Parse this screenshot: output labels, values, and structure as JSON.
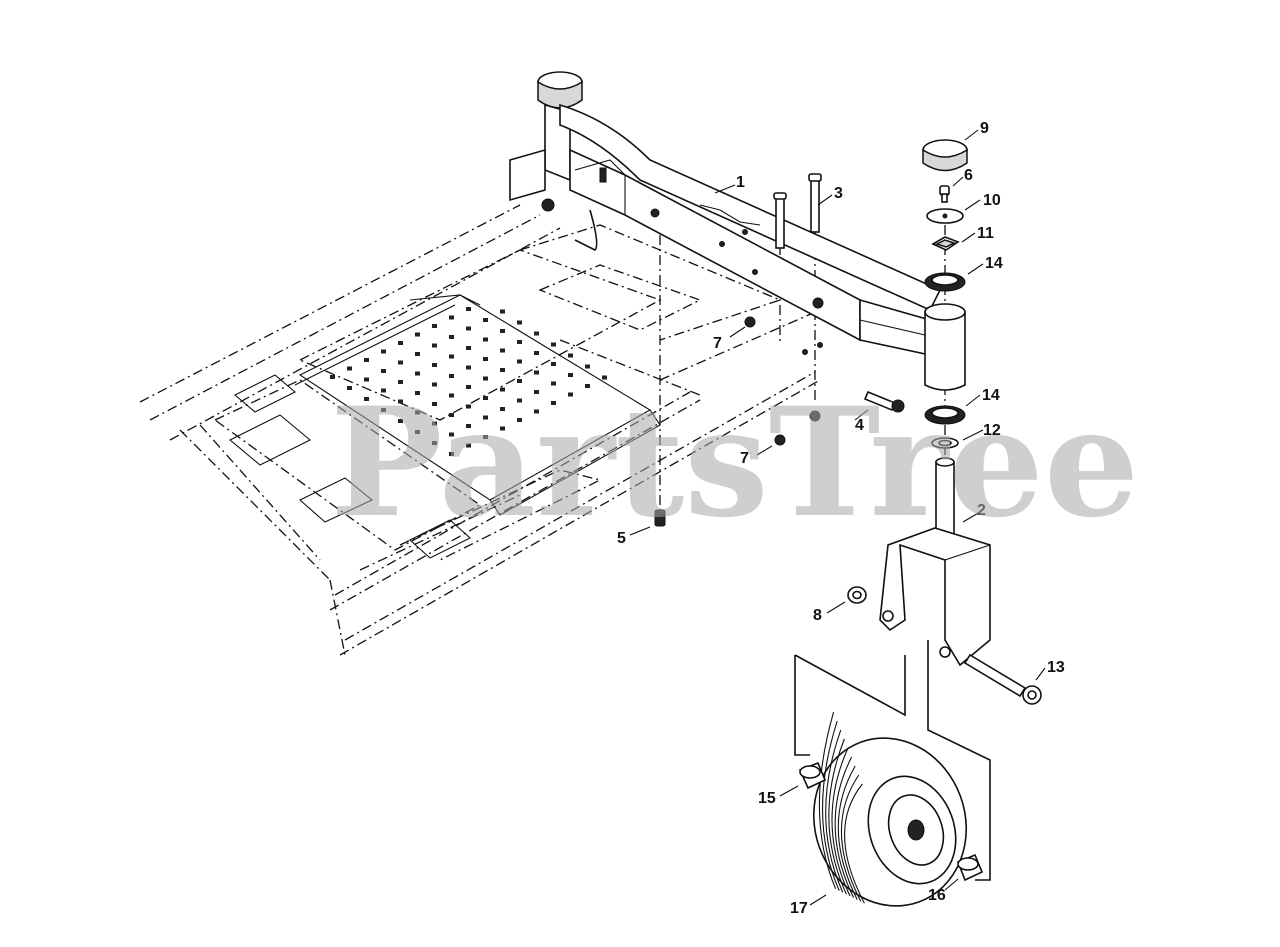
{
  "watermark": "PartsTree",
  "callouts": [
    {
      "id": "c1",
      "label": "1"
    },
    {
      "id": "c2",
      "label": "2"
    },
    {
      "id": "c3",
      "label": "3"
    },
    {
      "id": "c4",
      "label": "4"
    },
    {
      "id": "c5",
      "label": "5"
    },
    {
      "id": "c6",
      "label": "6"
    },
    {
      "id": "c7a",
      "label": "7"
    },
    {
      "id": "c7b",
      "label": "7"
    },
    {
      "id": "c8",
      "label": "8"
    },
    {
      "id": "c9",
      "label": "9"
    },
    {
      "id": "c10",
      "label": "10"
    },
    {
      "id": "c11",
      "label": "11"
    },
    {
      "id": "c12",
      "label": "12"
    },
    {
      "id": "c13",
      "label": "13"
    },
    {
      "id": "c14a",
      "label": "14"
    },
    {
      "id": "c14b",
      "label": "14"
    },
    {
      "id": "c15",
      "label": "15"
    },
    {
      "id": "c16",
      "label": "16"
    },
    {
      "id": "c17",
      "label": "17"
    }
  ]
}
